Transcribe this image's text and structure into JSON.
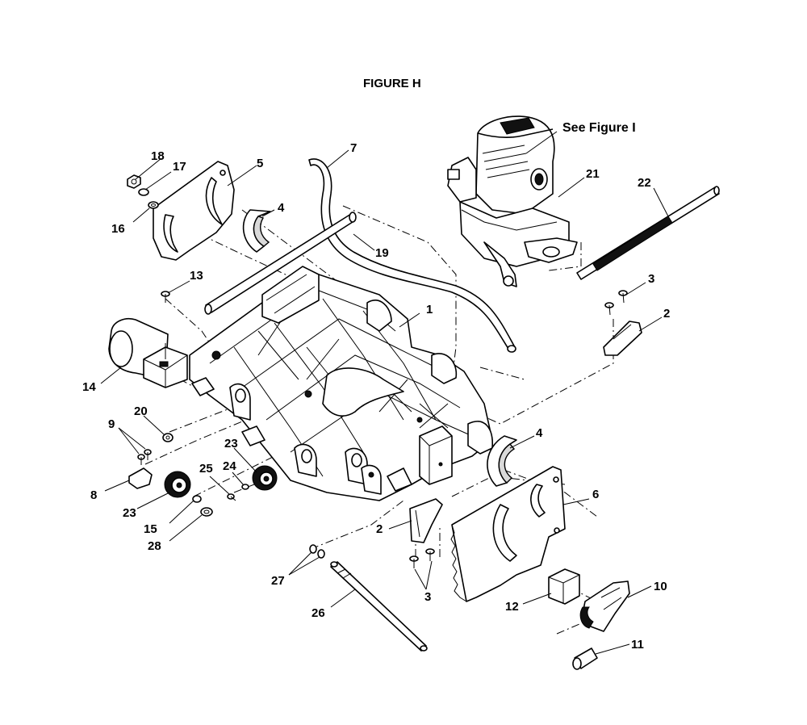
{
  "figure_title": "FIGURE H",
  "reference_note": "See Figure I",
  "callouts": {
    "c1": "1",
    "c2a": "2",
    "c2b": "2",
    "c3a": "3",
    "c3b": "3",
    "c4a": "4",
    "c4b": "4",
    "c5": "5",
    "c6": "6",
    "c7": "7",
    "c8": "8",
    "c9": "9",
    "c10": "10",
    "c11": "11",
    "c12": "12",
    "c13": "13",
    "c14": "14",
    "c15": "15",
    "c16": "16",
    "c17": "17",
    "c18": "18",
    "c19": "19",
    "c20": "20",
    "c21": "21",
    "c22": "22",
    "c23a": "23",
    "c23b": "23",
    "c24": "24",
    "c25": "25",
    "c26": "26",
    "c27": "27",
    "c28": "28"
  }
}
